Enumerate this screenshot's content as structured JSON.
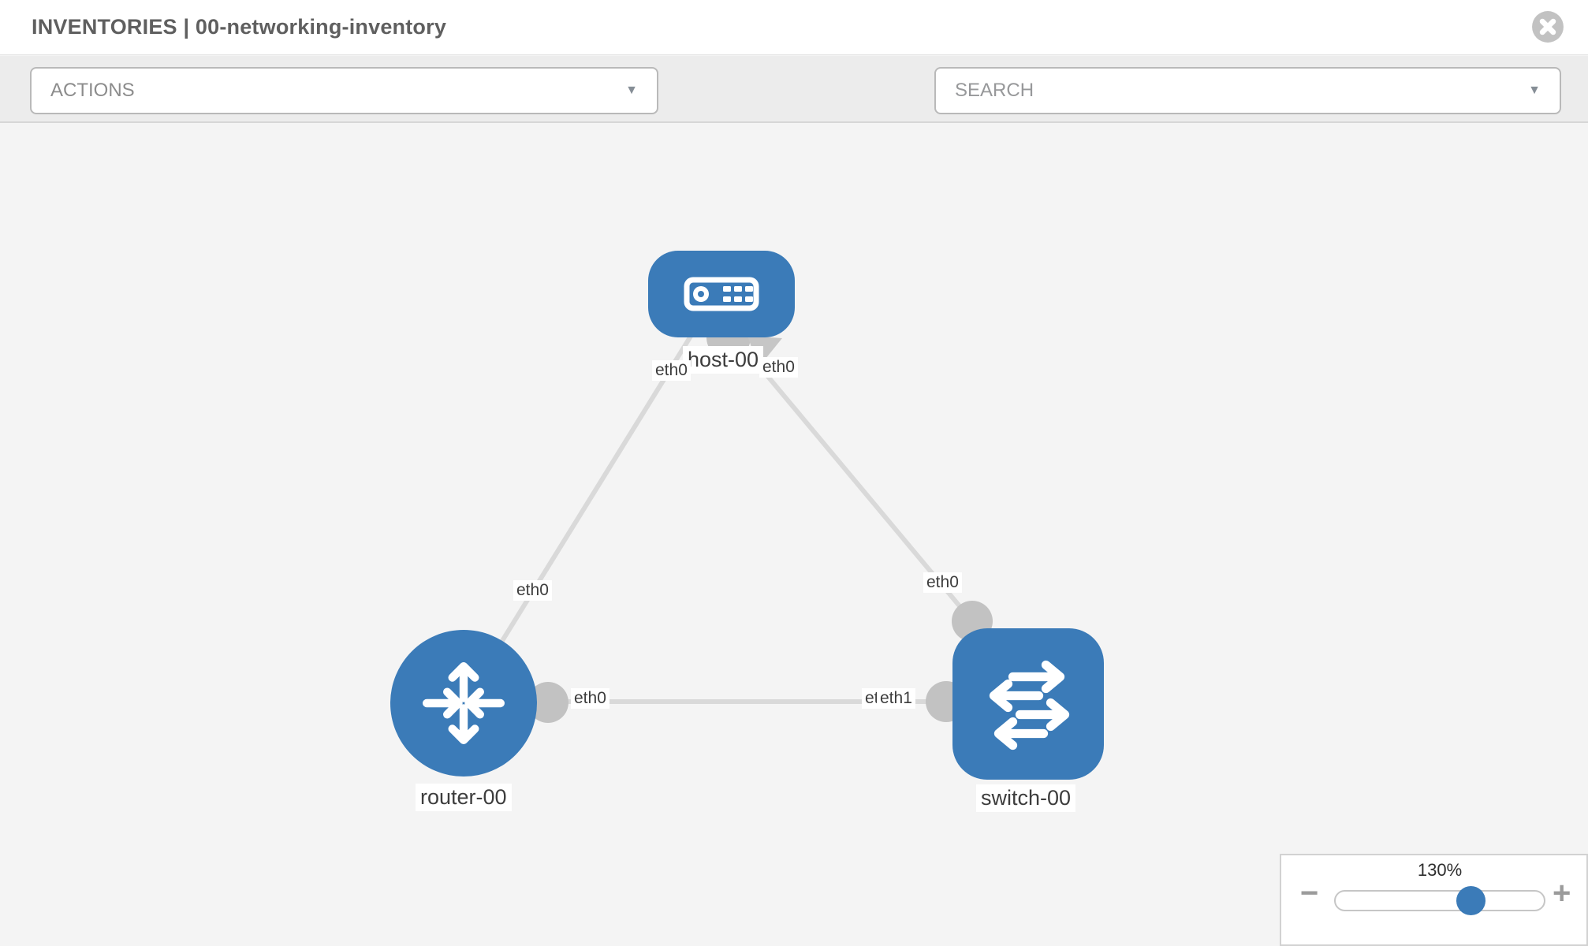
{
  "header": {
    "title": "INVENTORIES | 00-networking-inventory",
    "close_icon": "circle-x-icon"
  },
  "toolbar": {
    "actions_label": "ACTIONS",
    "search_placeholder": "SEARCH",
    "caret_icon": "▼",
    "wrench_icon": "wrench",
    "key_icon": "key"
  },
  "colors": {
    "node_blue": "#3b7bb8",
    "link_gray": "#d9d9d9",
    "interface_gray": "#c2c2c2",
    "toolbar_gray": "#ececec",
    "canvas_gray": "#f4f4f4"
  },
  "topology": {
    "nodes": [
      {
        "id": "host-00",
        "type": "host",
        "label": "host-00"
      },
      {
        "id": "router-00",
        "type": "router",
        "label": "router-00"
      },
      {
        "id": "switch-00",
        "type": "switch",
        "label": "switch-00"
      }
    ],
    "links": [
      {
        "from": "host-00",
        "to": "router-00",
        "from_iface": "eth0",
        "to_iface": "eth0"
      },
      {
        "from": "host-00",
        "to": "switch-00",
        "from_iface": "eth0",
        "to_iface": "eth0"
      },
      {
        "from": "router-00",
        "to": "switch-00",
        "from_iface": "eth0",
        "to_iface": "eth1"
      }
    ],
    "iface_labels": {
      "host_left": "eth0",
      "host_right": "eth0",
      "host_router_mid": "eth0",
      "router_right": "eth0",
      "switch_top": "eth0",
      "switch_left_back": "eth0",
      "switch_left_front": "eth1"
    }
  },
  "zoom_control": {
    "value": "130%",
    "minus_label": "−",
    "plus_label": "+"
  }
}
